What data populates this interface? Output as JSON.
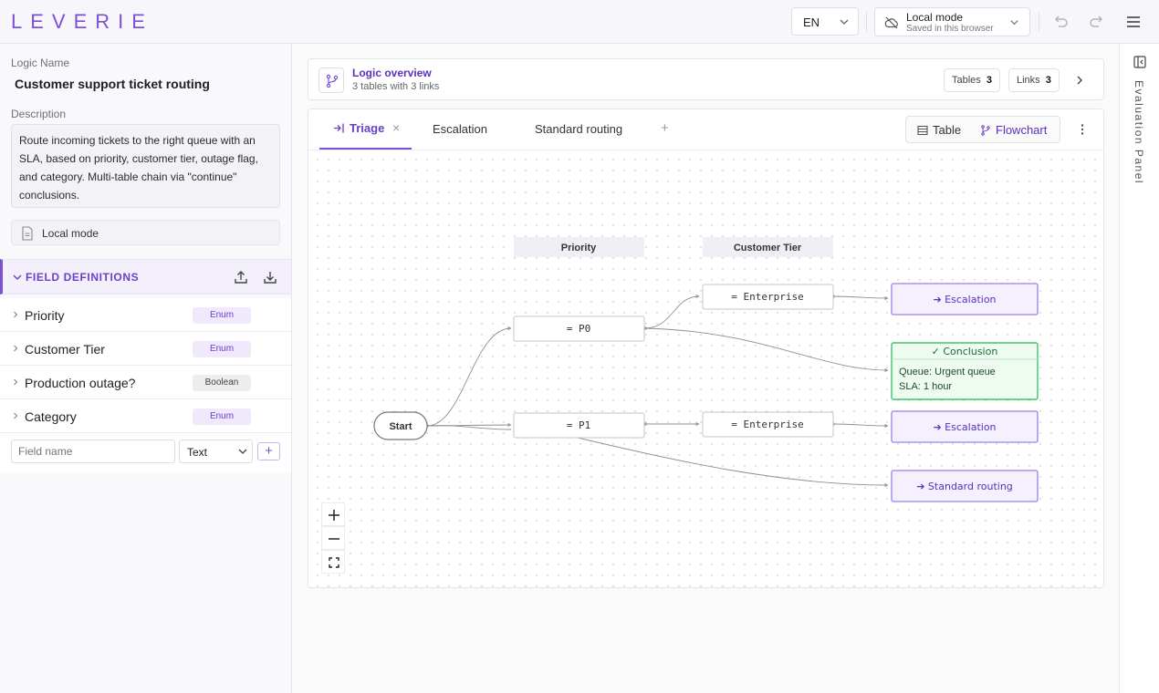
{
  "header": {
    "logo": "LEVERIE",
    "language": "EN",
    "mode_title": "Local mode",
    "mode_subtitle": "Saved in this browser"
  },
  "sidebar": {
    "logic_name_label": "Logic Name",
    "logic_name": "Customer support ticket routing",
    "description_label": "Description",
    "description": "Route incoming tickets to the right queue with an SLA, based on priority, customer tier, outage flag, and category. Multi-table chain via \"continue\" conclusions.",
    "storage_label": "Local mode",
    "field_definitions_title": "FIELD DEFINITIONS",
    "fields": [
      {
        "name": "Priority",
        "type": "Enum"
      },
      {
        "name": "Customer Tier",
        "type": "Enum"
      },
      {
        "name": "Production outage?",
        "type": "Boolean"
      },
      {
        "name": "Category",
        "type": "Enum"
      }
    ],
    "new_field_placeholder": "Field name",
    "new_field_type": "Text",
    "add_label": "+"
  },
  "overview": {
    "title": "Logic overview",
    "subtitle": "3 tables with 3 links",
    "tables_label": "Tables",
    "tables_count": "3",
    "links_label": "Links",
    "links_count": "3"
  },
  "tabs": [
    {
      "label": "Triage",
      "active": true
    },
    {
      "label": "Escalation",
      "active": false
    },
    {
      "label": "Standard routing",
      "active": false
    }
  ],
  "add_tab_label": "+",
  "close_tab_label": "×",
  "view_toggle": {
    "table_label": "Table",
    "flowchart_label": "Flowchart",
    "active": "Flowchart"
  },
  "flow": {
    "columns": [
      "Priority",
      "Customer Tier"
    ],
    "start_label": "Start",
    "nodes": {
      "p0": "= P0",
      "p1": "= P1",
      "ent1": "= Enterprise",
      "ent2": "= Enterprise",
      "esc1": "➔ Escalation",
      "esc2": "➔ Escalation",
      "std": "➔ Standard routing",
      "conclusion_title": "✓ Conclusion",
      "conclusion_line1": "Queue: Urgent queue",
      "conclusion_line2": "SLA: 1 hour"
    }
  },
  "right_panel": {
    "label": "Evaluation Panel"
  },
  "colors": {
    "accent": "#7b52d6",
    "conclusion_green": "#3fc46a",
    "link_purple_fill": "#f4f0fd"
  }
}
